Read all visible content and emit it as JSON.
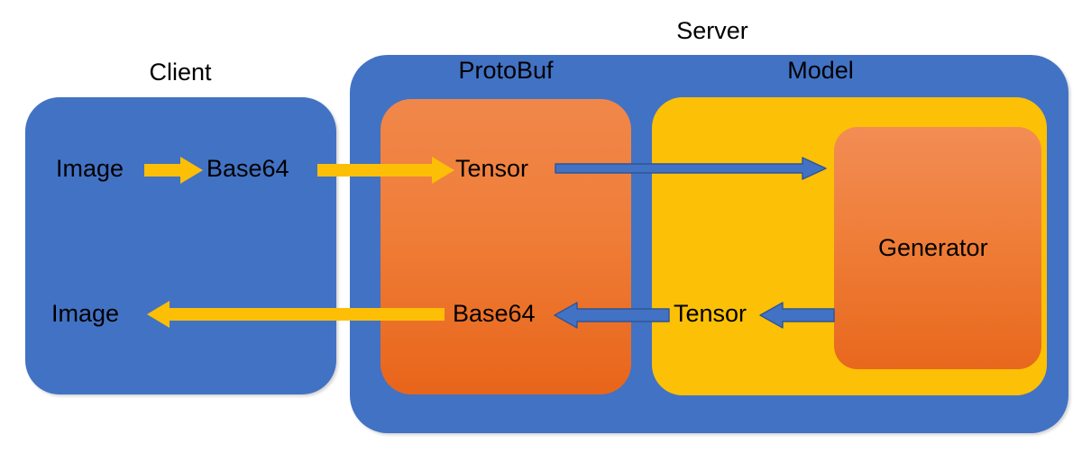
{
  "diagram": {
    "title_server": "Server",
    "groups": {
      "client": {
        "label": "Client"
      },
      "server": {
        "label": "Server"
      },
      "protobuf": {
        "label": "ProtoBuf"
      },
      "model": {
        "label": "Model"
      },
      "generator": {
        "label": "Generator"
      }
    },
    "nodes": {
      "image_top": "Image",
      "base64_top": "Base64",
      "tensor_top": "Tensor",
      "image_bottom": "Image",
      "base64_bottom": "Base64",
      "tensor_bottom": "Tensor",
      "generator": "Generator"
    },
    "edges": [
      {
        "name": "image-to-base64",
        "from": "Image",
        "to": "Base64",
        "direction": "right",
        "style": "yellow-block"
      },
      {
        "name": "base64-to-tensor",
        "from": "Base64",
        "to": "Tensor",
        "direction": "right",
        "style": "yellow-block"
      },
      {
        "name": "tensor-to-generator",
        "from": "Tensor",
        "to": "Generator",
        "direction": "right",
        "style": "blue-line"
      },
      {
        "name": "generator-to-tensor",
        "from": "Generator",
        "to": "Tensor",
        "direction": "left",
        "style": "blue-line"
      },
      {
        "name": "tensor-to-base64",
        "from": "Tensor",
        "to": "Base64",
        "direction": "left",
        "style": "blue-line"
      },
      {
        "name": "base64-to-image",
        "from": "Base64",
        "to": "Image",
        "direction": "left",
        "style": "yellow-block"
      }
    ],
    "colors": {
      "blue": "#4272c4",
      "yellow": "#fcc006",
      "orange": "#ef7d38",
      "arrow_yellow": "#fcbf06",
      "arrow_blue": "#4272c4",
      "text": "#000000",
      "background": "#ffffff"
    }
  }
}
